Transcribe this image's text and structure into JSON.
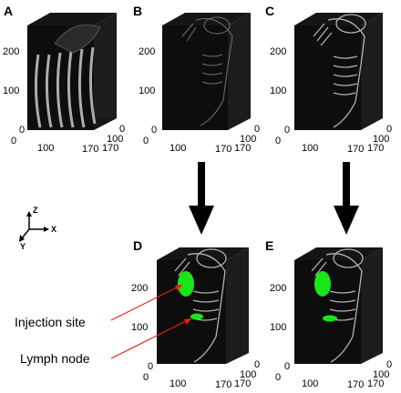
{
  "panels": [
    {
      "letter": "A",
      "ticks": {
        "z1": "200",
        "z2": "100",
        "z0": "0",
        "x0": "0",
        "x1": "100",
        "x2": "170",
        "y1": "100",
        "y2": "0",
        "y3": "170"
      },
      "fluorescence": false,
      "content": "chest-slices"
    },
    {
      "letter": "B",
      "ticks": {
        "z1": "200",
        "z2": "100",
        "z0": "0",
        "x0": "0",
        "x1": "100",
        "x2": "170",
        "y1": "100",
        "y2": "0",
        "y3": "170"
      },
      "fluorescence": false,
      "content": "skeleton-faint"
    },
    {
      "letter": "C",
      "ticks": {
        "z1": "200",
        "z2": "100",
        "z0": "0",
        "x0": "0",
        "x1": "100",
        "x2": "170",
        "y1": "100",
        "y2": "0",
        "y3": "170"
      },
      "fluorescence": false,
      "content": "skeleton"
    },
    {
      "letter": "D",
      "ticks": {
        "z1": "200",
        "z2": "100",
        "z0": "0",
        "x0": "0",
        "x1": "100",
        "x2": "170",
        "y1": "100",
        "y2": "0",
        "y3": "170"
      },
      "fluorescence": true,
      "content": "skeleton"
    },
    {
      "letter": "E",
      "ticks": {
        "z1": "200",
        "z2": "100",
        "z0": "0",
        "x0": "0",
        "x1": "100",
        "x2": "170",
        "y1": "100",
        "y2": "0",
        "y3": "170"
      },
      "fluorescence": true,
      "content": "skeleton"
    }
  ],
  "annotations": {
    "injection_site": "Injection site",
    "lymph_node": "Lymph node"
  },
  "axes_legend": {
    "z": "Z",
    "x": "X",
    "y": "Y"
  },
  "colors": {
    "fluorescence": "#19e619",
    "pointer": "#e8201a",
    "volume": "#0d0d0d"
  }
}
